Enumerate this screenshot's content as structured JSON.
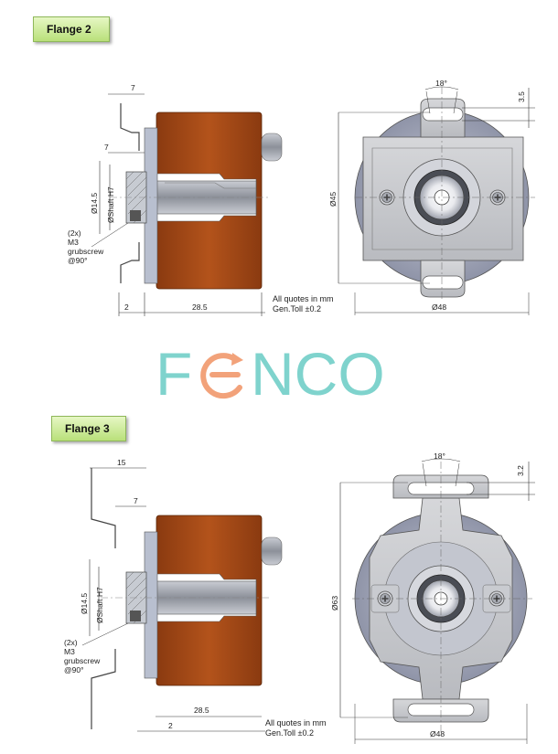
{
  "sections": [
    {
      "tag": "Flange 2",
      "dims": {
        "top_offset": "7",
        "inner_offset": "7",
        "shaft_dia": "Ø14.5",
        "shaft_fit": "ØShaft H7",
        "grub_count": "(2x)",
        "grub_size": "M3",
        "grub_type": "grubscrew",
        "grub_angle": "@90°",
        "flange_thick": "2",
        "body_len": "28.5",
        "angle": "18°",
        "slot": "3.5",
        "bolt_dia": "Ø45",
        "outer_dia": "Ø48"
      },
      "note_line1": "All quotes in mm",
      "note_line2": "Gen.Toll ±0.2"
    },
    {
      "tag": "Flange 3",
      "dims": {
        "top_offset": "15",
        "inner_offset": "7",
        "shaft_dia": "Ø14.5",
        "shaft_fit": "ØShaft H7",
        "grub_count": "(2x)",
        "grub_size": "M3",
        "grub_type": "grubscrew",
        "grub_angle": "@90°",
        "flange_thick": "2",
        "body_len": "28.5",
        "angle": "18°",
        "slot": "3.2",
        "bolt_dia": "Ø63",
        "outer_dia": "Ø48"
      },
      "note_line1": "All quotes in mm",
      "note_line2": "Gen.Toll ±0.2"
    }
  ],
  "logo": {
    "part1": "F",
    "part2": "NCO"
  },
  "colors": {
    "teal": "#7fd3cd",
    "orange": "#f2a27a",
    "housing": "#a34a16",
    "tag_green": "#c8e896"
  }
}
